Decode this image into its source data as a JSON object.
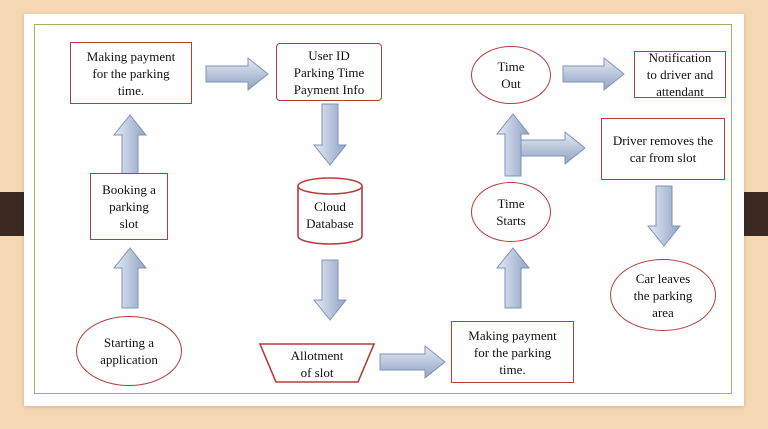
{
  "nodes": {
    "making_payment_top": "Making payment\nfor the parking\ntime.",
    "user_info": "User ID\nParking Time\nPayment Info",
    "time_out": "Time\nOut",
    "notification": "Notification\nto driver and\nattendant",
    "booking": "Booking a\nparking\nslot",
    "cloud_db": "Cloud\nDatabase",
    "time_starts": "Time\nStarts",
    "driver_removes": "Driver removes the\ncar from slot",
    "car_leaves": "Car leaves\nthe parking\narea",
    "starting_app": "Starting a\napplication",
    "allotment": "Allotment\nof slot",
    "making_payment_bottom": "Making payment\nfor the parking\ntime."
  },
  "colors": {
    "node_border": "#b53d3a",
    "arrow_fill_light": "#dfe7f3",
    "arrow_fill_dark": "#8fa3c4",
    "frame_border": "#a2b06a",
    "background": "#f6d7b3",
    "tab": "#3b2a21"
  }
}
